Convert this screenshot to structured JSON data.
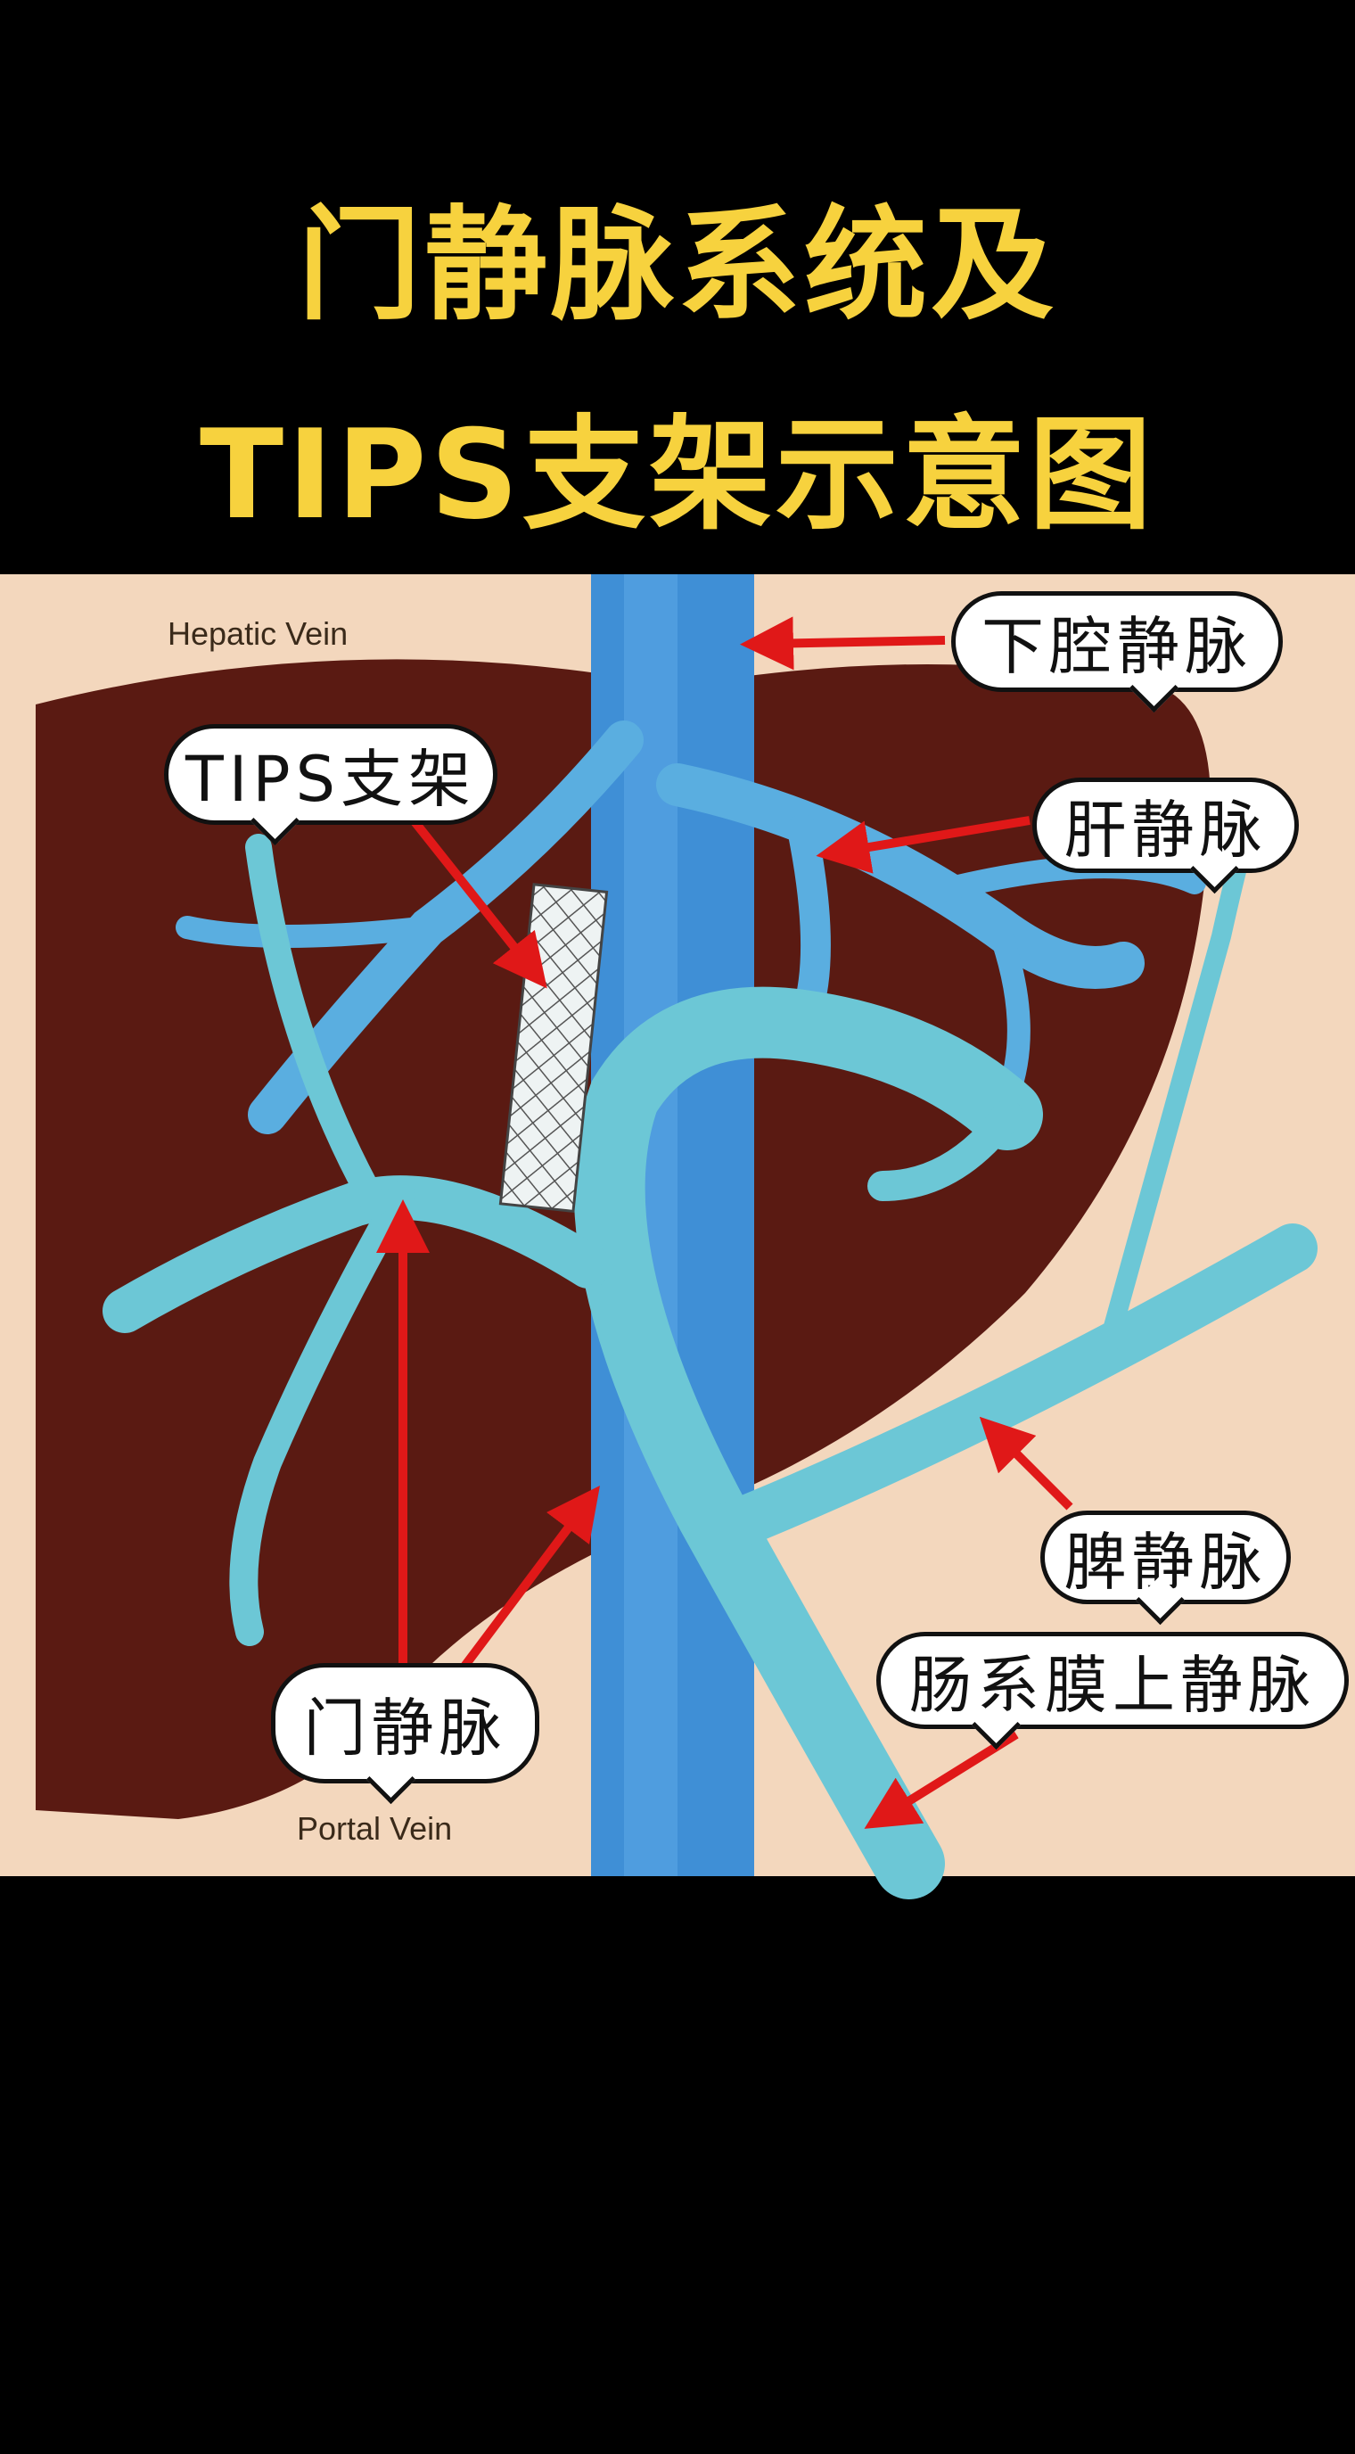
{
  "title": {
    "line1": "门静脉系统及",
    "line2": "TIPS支架示意图"
  },
  "labels": {
    "ivc": "下腔静脉",
    "hepatic_vein": "肝静脉",
    "tips_stent": "TIPS支架",
    "splenic_vein": "脾静脉",
    "smv": "肠系膜上静脉",
    "portal_vein": "门静脉"
  },
  "original_labels": {
    "hepatic_vein": "Hepatic Vein",
    "portal_vein": "Portal Vein"
  },
  "colors": {
    "title": "#f7d23e",
    "liver": "#5a1a12",
    "vein_blue": "#4a9fd8",
    "portal_cyan": "#6cc7d6",
    "arrow": "#e01818",
    "background": "#f3d7bd"
  }
}
